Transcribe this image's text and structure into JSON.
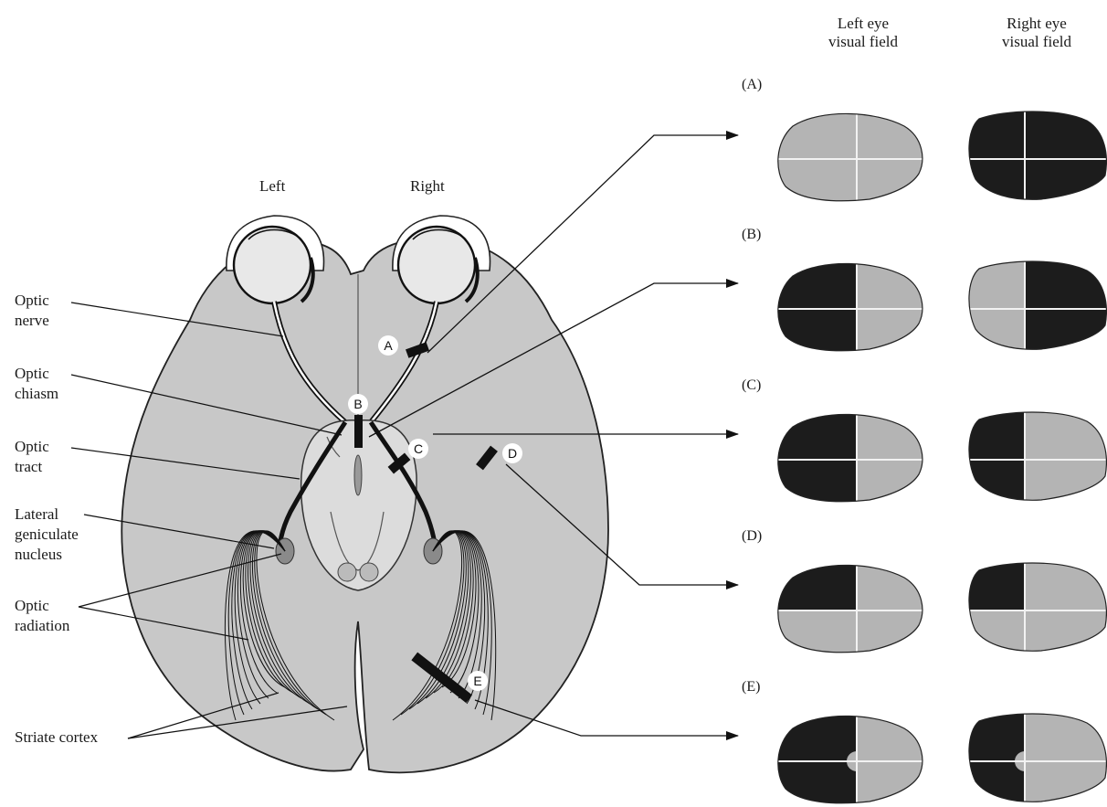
{
  "hemispheres": {
    "left": "Left",
    "right": "Right"
  },
  "column_headers": {
    "left_eye": [
      "Left eye",
      "visual field"
    ],
    "right_eye": [
      "Right eye",
      "visual field"
    ]
  },
  "structures": {
    "optic_nerve": [
      "Optic",
      "nerve"
    ],
    "optic_chiasm": [
      "Optic",
      "chiasm"
    ],
    "optic_tract": [
      "Optic",
      "tract"
    ],
    "lgn": [
      "Lateral",
      "geniculate",
      "nucleus"
    ],
    "optic_radiation": [
      "Optic",
      "radiation"
    ],
    "striate_cortex": "Striate cortex"
  },
  "lesion_markers": [
    "A",
    "B",
    "C",
    "D",
    "E"
  ],
  "rows": [
    {
      "label": "(A)",
      "left_eye": "intact",
      "right_eye": "blind"
    },
    {
      "label": "(B)",
      "left_eye": "temporal half blind",
      "right_eye": "temporal half blind"
    },
    {
      "label": "(C)",
      "left_eye": "left half blind",
      "right_eye": "left half blind"
    },
    {
      "label": "(D)",
      "left_eye": "upper-left quadrant blind",
      "right_eye": "upper-left quadrant blind"
    },
    {
      "label": "(E)",
      "left_eye": "left half blind, macula spared",
      "right_eye": "left half blind, macula spared"
    }
  ],
  "colors": {
    "brain": "#c8c8c8",
    "field_intact": "#b4b4b4",
    "field_blind": "#1c1c1c",
    "lesion": "#111111"
  }
}
